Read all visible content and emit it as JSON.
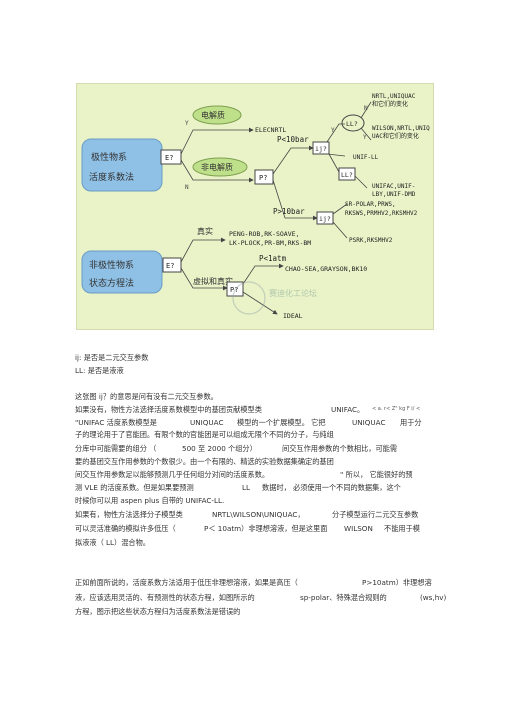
{
  "diagram": {
    "nodes": {
      "property_class": "极性物系",
      "activity_method": "活度系数法",
      "e1": "E?",
      "electrolyte": "电解质",
      "elecnrtl": "ELECNRTL",
      "p_lt_10": "P<10bar",
      "ij": "ij?",
      "ll1": "LL?",
      "nrtl_uniquac": "NRTL,UNIQUAC",
      "and_variants_1": "和它们的变化",
      "wilson_list": "WILSON,NRTL,UNIQ",
      "and_variants_2": "UAC和它们的变化",
      "unif_ll": "UNIF-LL",
      "nonelectrolyte": "非电解质",
      "p1": "P?",
      "ll2": "LL?",
      "unifac_list": "UNIFAC,UNIF-",
      "unifac_list2": "LBY,UNIF-DMD",
      "p_gt_10": "P>10bar",
      "ij2": "ij?",
      "sr_polar": "SR-POLAR,PRWS,",
      "rkso": "RKSWS,PRMHV2,RKSMHV2",
      "psrk": "PSRK,RKSMHV2",
      "real": "真实",
      "peng_rob": "PENG-ROB,RK-SOAVE,",
      "lk_plock": "LK-PLOCK,PR-BM,RKS-BM",
      "nonpolar_class": "非极性物系",
      "eos_method": "状态方程法",
      "e2": "E?",
      "p_lt_1atm": "P<1atm",
      "chao_sea": "CHAO-SEA,GRAYSON,BK10",
      "virtual_real": "虚拟和真实",
      "p2": "P?",
      "ideal": "IDEAL",
      "y": "Y",
      "n": "N"
    },
    "watermark": "赛迪化工论坛"
  },
  "text": {
    "legend_ij": "ij: 是否是二元交互参数",
    "legend_ll": "LL: 是否是液液",
    "p1_l1a": "这张图    ij？的意思是问有没有二元交互参数。",
    "p1_l2a": "如果没有，物性方法选择活度系数模型中的基团贡献模型类",
    "p1_l2b": "UNIFAC。",
    "p1_l2c": "< a. r< Z\" kg F  i/ <",
    "p1_l3a": "\"UNIFAC   活度系数模型是",
    "p1_l3b": "UNIQUAC",
    "p1_l3c": "模型的一个扩展模型。   它把",
    "p1_l3d": "UNIQUAC",
    "p1_l3e": "用于分",
    "p1_l4": "子的理论用于了官能团。有限个数的官能团是可以组成无限个不同的分子，与纯组",
    "p1_l5a": "分库中可能需要的组分  （",
    "p1_l5b": "500 至   2000 个组分）",
    "p1_l5c": "间交互作用参数的个数相比，可能需",
    "p1_l6": "要的基团交互作用参数的个数很少。由一个有限的、精选的实验数据集确定的基团",
    "p1_l7a": "间交互作用参数足以能够预测几乎任何组分对间的活度系数。",
    "p1_l7b": "\" 所以，  它能很好的预",
    "p1_l8a": "测   VLE   的活度系数。但是如果要预测",
    "p1_l8b": "LL",
    "p1_l8c": "数据时，   必须使用一个不同的数据集，这个",
    "p1_l9a": "时候你可以用    aspen plus 自带的    UNIFAC-LL.",
    "p2_l1a": "如果有，物性方法选择分子模型类",
    "p2_l1b": "NRTL\\WILSON\\UNIQUAC，",
    "p2_l1c": "分子模型运行二元交互参数",
    "p2_l2a": "可以灵活准确的模拟许多低压（",
    "p2_l2b": "P＜ 10atm）非理想溶液，但是这里面",
    "p2_l2c": "WILSON",
    "p2_l2d": "不能用于模",
    "p2_l3": "拟液液（  LL）混合物。",
    "p3_l1a": "正如前面所说的，活度系数方法适用于低压非理想溶液，如果是高压（",
    "p3_l1b": "P>10atm）非理想溶",
    "p3_l2a": "液，应该选用灵活的、有预测性的状态方程，如图所示的",
    "p3_l2b": "sp-polar、特殊混合规则的",
    "p3_l2c": "(ws,hv)",
    "p3_l3": "方程，图示把这些状态方程归为活度系数法是错误的"
  }
}
